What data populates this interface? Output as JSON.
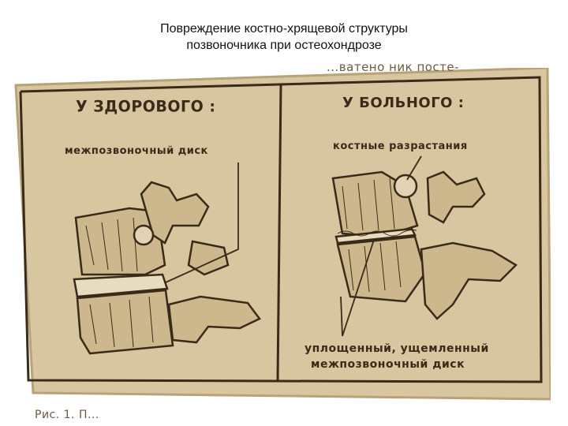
{
  "slide": {
    "title_line1": "Повреждение костно-хрящевой структуры",
    "title_line2": "позвоночника при остеохондрозе"
  },
  "figure": {
    "healthy_heading": "У ЗДОРОВОГО :",
    "sick_heading": "У БОЛЬНОГО :",
    "healthy_disc_label": "межпозвоночный диск",
    "bone_growths_label": "костные разрастания",
    "flattened_label_line1": "уплощенный, ущемленный",
    "flattened_label_line2": "межпозвоночный диск",
    "top_scrap_text": "...ватено ник посте-",
    "bottom_scrap_text": "Рис. 1. П..."
  },
  "colors": {
    "paper": "#d8c6a0",
    "ink": "#3a2a18",
    "paper_shadow": "#c9b488"
  }
}
